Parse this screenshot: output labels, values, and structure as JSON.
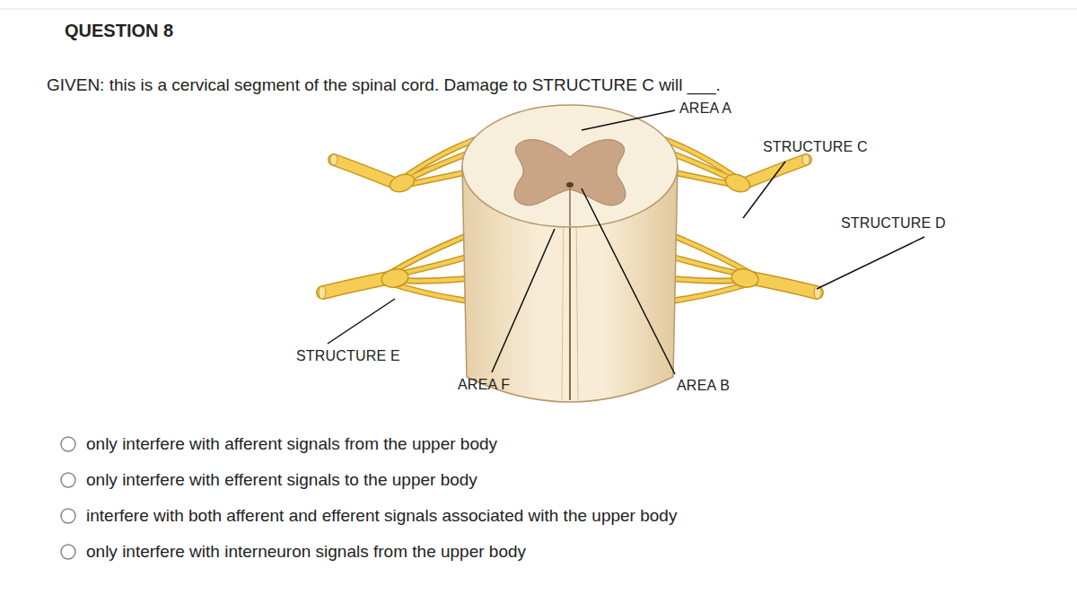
{
  "diagram": {
    "title": "QUESTION 8",
    "labels": [
      "GIVEN: this is a cervical segment of the spinal cord. Damage to STRUCTURE C will ___.",
      "AREA A",
      "STRUCTURE C",
      "STRUCTURE D",
      "STRUCTURE E",
      "AREA F",
      "AREA B",
      "only interfere with afferent signals from the upper body",
      "only interfere with efferent signals to the upper body",
      "interfere with both afferent and efferent signals associated with the upper body",
      "only interfere with interneuron signals from the upper body"
    ]
  }
}
